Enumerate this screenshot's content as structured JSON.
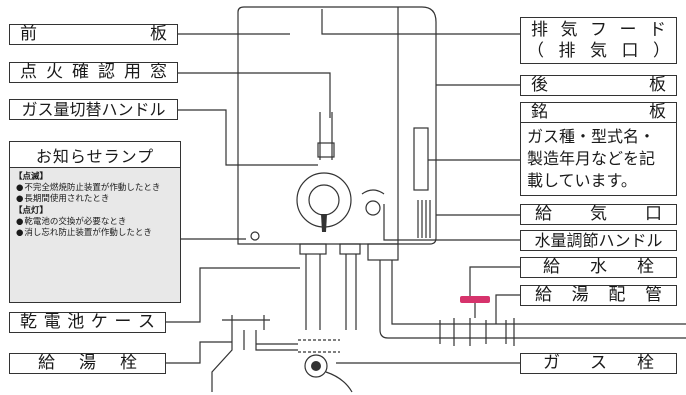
{
  "labels": {
    "front_panel": [
      "前",
      "板"
    ],
    "confirm_window": [
      "点",
      "火",
      "確",
      "認",
      "用",
      "窓"
    ],
    "gas_switch_handle": "ガス量切替ハンドル",
    "notification_lamp": {
      "title": "お知らせランプ",
      "blink_heading": "【点滅】",
      "blink_items": [
        "不完全燃焼防止装置が作動したとき",
        "長期間使用されたとき"
      ],
      "lit_heading": "【点灯】",
      "lit_items": [
        "乾電池の交換が必要なとき",
        "消し忘れ防止装置が作動したとき"
      ]
    },
    "battery_case": [
      "乾",
      "電",
      "池",
      "ケ",
      "ー",
      "ス"
    ],
    "hot_water_tap": [
      "給",
      "湯",
      "栓"
    ],
    "exhaust_hood_line1": [
      "排",
      "気",
      "フ",
      "ー",
      "ド"
    ],
    "exhaust_hood_line2": [
      "（",
      "排",
      "気",
      "口",
      "）"
    ],
    "rear_panel": [
      "後",
      "板"
    ],
    "nameplate_title": [
      "銘",
      "板"
    ],
    "nameplate_desc": [
      "ガス種・型式名・",
      "製造年月などを記",
      "載しています。"
    ],
    "supply_port": [
      "給",
      "気",
      "口"
    ],
    "water_adjust_handle": "水量調節ハンドル",
    "water_supply_valve": [
      "給",
      "水",
      "栓"
    ],
    "hot_water_pipe": [
      "給",
      "湯",
      "配",
      "管"
    ],
    "gas_valve": [
      "ガ",
      "ス",
      "栓"
    ]
  },
  "colors": {
    "outline": "#333333",
    "lamp_bg": "#e8e8e8",
    "valve_handle": "#d6336c"
  }
}
